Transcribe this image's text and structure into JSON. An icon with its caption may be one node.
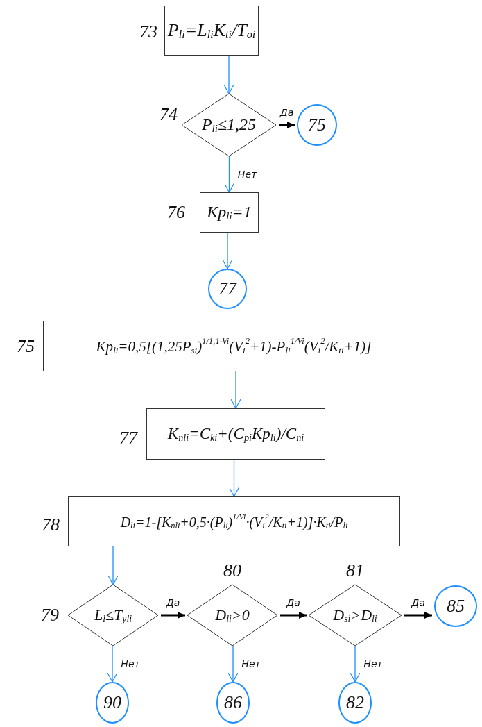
{
  "diagram": {
    "nodes": [
      {
        "text": [
          "P$_{li}$=L$_{li}$K$_{ti}$/T$_{oi}$"
        ],
        "beside": [
          "73"
        ]
      },
      {
        "text": [
          "P$_{li}$≤1,25"
        ],
        "beside": [
          "74"
        ]
      },
      {
        "text": [
          "75"
        ]
      },
      {
        "text": [
          "Kp$_{li}$=1"
        ],
        "beside": [
          "76"
        ]
      },
      {
        "text": [
          "77"
        ]
      },
      {
        "text": [
          "Kp$_{li}$=0,5[(1,25P$_{si}$)$^{1/1,1·Vi}$(V$_{i}$$^{2}$+1)-P$_{li}$$^{1/Vi}$(V$_{i}$$^{2}$/K$_{ti}$+1)]"
        ],
        "beside": [
          "75"
        ]
      },
      {
        "text": [
          "K$_{nli}$=C$_{ki}$+(C$_{pi}$Kp$_{li}$)/C$_{ni}$"
        ],
        "beside": [
          "77"
        ]
      },
      {
        "text": [
          "D$_{li}$=1-[K$_{nli}$+0,5·(P$_{li}$)$^{1/Vi}$·(V$_{i}$$^{2}$/K$_{ti}$+1)]·K$_{ti}$/P$_{li}$"
        ],
        "beside": [
          "78"
        ]
      },
      {
        "text": [
          "L$_{l}$≤T$_{yli}$"
        ],
        "beside": [
          "79"
        ]
      },
      {
        "text": [
          "D$_{li}$>0"
        ],
        "beside": [
          "80"
        ]
      },
      {
        "text": [
          "D$_{si}$>D$_{li}$"
        ],
        "beside": [
          "81"
        ]
      },
      {
        "text": [
          "85"
        ]
      },
      {
        "text": [
          "90"
        ]
      },
      {
        "text": [
          "86"
        ]
      },
      {
        "text": [
          "82"
        ]
      }
    ],
    "edges": [
      {
        "from": 0,
        "to": 1,
        "arrow": "to"
      },
      {
        "from": 1,
        "to": 2,
        "arrow": "to",
        "label": "Да",
        "style": "thick",
        "color": "#000000"
      },
      {
        "from": 1,
        "to": 3,
        "arrow": "to",
        "label": "Нет"
      },
      {
        "from": 3,
        "to": 4,
        "arrow": "to"
      },
      {
        "from": 5,
        "to": 6,
        "arrow": "to"
      },
      {
        "from": 6,
        "to": 7,
        "arrow": "to"
      },
      {
        "from": 7,
        "to": 8,
        "arrow": "to"
      },
      {
        "from": 8,
        "to": 9,
        "arrow": "to",
        "label": "Да",
        "style": "thick",
        "color": "#000000"
      },
      {
        "from": 9,
        "to": 10,
        "arrow": "to",
        "label": "Да",
        "style": "thick",
        "color": "#000000"
      },
      {
        "from": 10,
        "to": 11,
        "arrow": "to",
        "label": "Да",
        "style": "thick",
        "color": "#000000"
      },
      {
        "from": 8,
        "to": 12,
        "arrow": "to",
        "label": "Нет"
      },
      {
        "from": 9,
        "to": 13,
        "arrow": "to",
        "label": "Нет"
      },
      {
        "from": 10,
        "to": 14,
        "arrow": "to",
        "label": "Нет"
      }
    ]
  }
}
